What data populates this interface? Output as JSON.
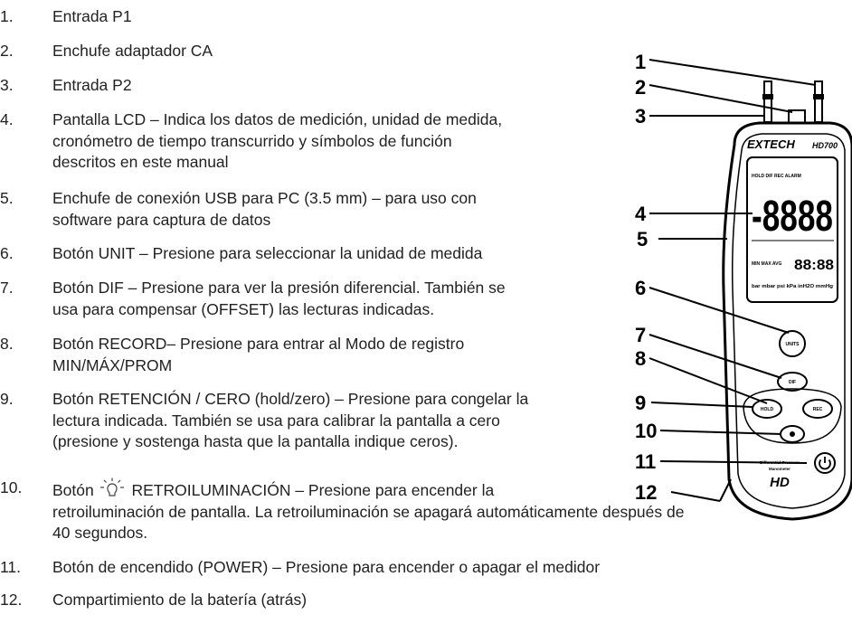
{
  "items": [
    {
      "number": "1.",
      "lines": [
        "Entrada P1"
      ]
    },
    {
      "number": "2.",
      "lines": [
        "Enchufe adaptador CA"
      ]
    },
    {
      "number": "3.",
      "lines": [
        "Entrada P2"
      ]
    },
    {
      "number": "4.",
      "lines": [
        "Pantalla LCD – Indica los datos de medición, unidad de medida,",
        "cronómetro de tiempo transcurrido y símbolos de función",
        "descritos en este manual"
      ]
    },
    {
      "number": "5.",
      "lines": [
        "Enchufe de conexión USB para PC (3.5 mm) – para uso con",
        "software para captura de datos"
      ]
    },
    {
      "number": "6.",
      "lines": [
        "Botón UNIT – Presione para seleccionar la unidad de medida"
      ]
    },
    {
      "number": "7.",
      "lines": [
        "Botón DIF – Presione para ver la presión diferencial. También se",
        "usa para compensar (OFFSET) las lecturas indicadas."
      ]
    },
    {
      "number": "8.",
      "lines": [
        "Botón RECORD– Presione para entrar al Modo de registro",
        "MIN/MÁX/PROM"
      ]
    },
    {
      "number": "9.",
      "lines": [
        "Botón RETENCIÓN / CERO (hold/zero) – Presione para congelar la",
        "lectura indicada. También se usa para calibrar la pantalla a cero",
        "(presione y sostenga hasta que la pantalla indique ceros)."
      ]
    },
    {
      "number": "10.",
      "lines": [
        "Botón",
        "RETROILUMINACIÓN – Presione para encender la",
        "retroiluminación de pantalla. La retroiluminación se apagará automáticamente después de",
        "40 segundos."
      ]
    },
    {
      "number": "11.",
      "lines": [
        "Botón de encendido (POWER) – Presione para encender o apagar el medidor"
      ]
    },
    {
      "number": "12.",
      "lines": [
        "Compartimiento de la batería (atrás)"
      ]
    }
  ],
  "figure": {
    "callouts": [
      "1",
      "2",
      "3",
      "4",
      "5",
      "6",
      "7",
      "8",
      "9",
      "10",
      "11",
      "12"
    ],
    "brand": "EXTECH",
    "model": "HD700",
    "lcd_digits": "-8888",
    "lcd_top_annunciators": "HOLD  DIF  REC ALARM",
    "lcd_left_annunciators": "MIN MAX AVG",
    "lcd_units": "bar  mbar  psi  kPa  inH2O  mmHg",
    "buttons": {
      "unit": "UNITS",
      "dif": "DIF",
      "hold": "HOLD",
      "rec": "REC"
    },
    "footer_line1": "Differential Pressure",
    "footer_line2": "Manometer",
    "footer_logo": "HD"
  }
}
